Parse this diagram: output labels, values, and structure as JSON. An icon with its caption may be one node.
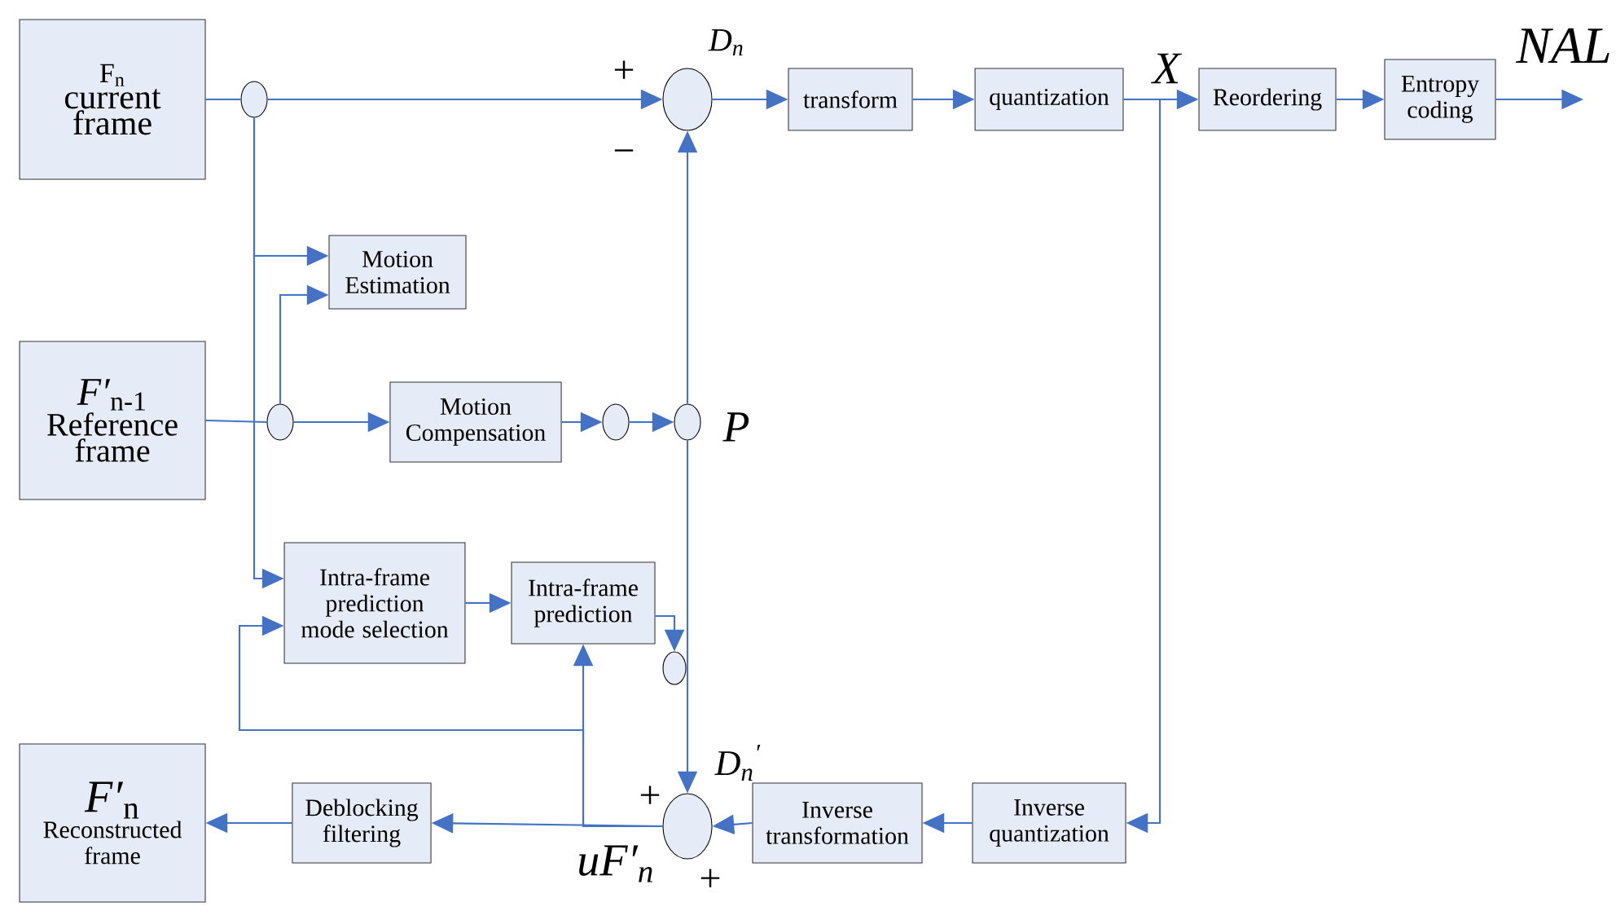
{
  "diagram": {
    "nodes": [
      {
        "text": [
          "F$_{n}$",
          "current frame"
        ]
      },
      {
        "text": [],
        "shape": "circle"
      },
      {
        "text": [],
        "shape": "circle",
        "beside": [
          "D$_{n}$",
          "+",
          "−"
        ]
      },
      {
        "text": [
          "transform"
        ]
      },
      {
        "text": [
          "quantization"
        ]
      },
      {
        "text": [
          "Reordering"
        ]
      },
      {
        "text": [
          "Entropy coding"
        ]
      },
      {
        "text": [
          "Motion Estimation"
        ]
      },
      {
        "text": [
          "*F′*$_{n-1}$",
          "Reference frame"
        ]
      },
      {
        "text": [],
        "shape": "circle"
      },
      {
        "text": [
          "Motion Compensation"
        ]
      },
      {
        "text": [],
        "shape": "circle"
      },
      {
        "text": [],
        "shape": "circle",
        "beside": [
          "P"
        ]
      },
      {
        "text": [
          "Intra-frame prediction mode selection"
        ]
      },
      {
        "text": [
          "Intra-frame prediction"
        ]
      },
      {
        "text": [],
        "shape": "circle"
      },
      {
        "text": [],
        "shape": "circle",
        "beside": [
          "D$_{n}$$^{′}$",
          "+",
          "+",
          "uF′$_{n}$"
        ]
      },
      {
        "text": [
          "Inverse transformation"
        ]
      },
      {
        "text": [
          "Inverse quantization"
        ]
      },
      {
        "text": [
          "Deblocking filtering"
        ]
      },
      {
        "text": [
          "*F′*$_{n}$",
          "Reconstructed frame"
        ]
      }
    ],
    "edges": [
      {
        "from": 0,
        "to": 1,
        "arrow": "none"
      },
      {
        "from": 1,
        "to": 2,
        "arrow": "to"
      },
      {
        "from": 2,
        "to": 3,
        "arrow": "to"
      },
      {
        "from": 3,
        "to": 4,
        "arrow": "to"
      },
      {
        "from": 4,
        "to": 5,
        "arrow": "to"
      },
      {
        "from": 5,
        "to": 6,
        "arrow": "to"
      },
      {
        "from": 6,
        "to": null,
        "arrow": "to"
      },
      {
        "from": 1,
        "to": 7,
        "arrow": "to"
      },
      {
        "from": 1,
        "to": 13,
        "arrow": "to"
      },
      {
        "from": 8,
        "to": 9,
        "arrow": "none"
      },
      {
        "from": 9,
        "to": 10,
        "arrow": "to"
      },
      {
        "from": 9,
        "to": 7,
        "arrow": "to"
      },
      {
        "from": 10,
        "to": 11,
        "arrow": "to"
      },
      {
        "from": 11,
        "to": 12,
        "arrow": "to"
      },
      {
        "from": 12,
        "to": 2,
        "arrow": "to"
      },
      {
        "from": 12,
        "to": 16,
        "arrow": "to"
      },
      {
        "from": 4,
        "to": 18,
        "arrow": "to"
      },
      {
        "from": 18,
        "to": 17,
        "arrow": "to"
      },
      {
        "from": 17,
        "to": 16,
        "arrow": "to"
      },
      {
        "from": 16,
        "to": 19,
        "arrow": "to"
      },
      {
        "from": 19,
        "to": 20,
        "arrow": "to"
      },
      {
        "from": 16,
        "to": 14,
        "arrow": "to"
      },
      {
        "from": 16,
        "to": 13,
        "arrow": "to"
      },
      {
        "from": 13,
        "to": 14,
        "arrow": "to"
      },
      {
        "from": 14,
        "to": 15,
        "arrow": "to"
      }
    ],
    "labels": [
      "X",
      "NAL"
    ]
  }
}
